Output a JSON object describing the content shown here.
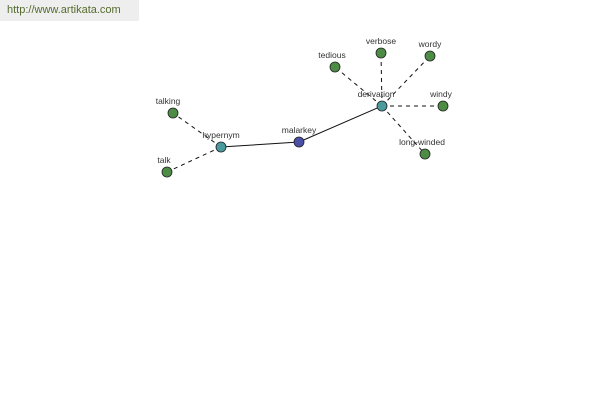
{
  "header": {
    "url_text": "http://www.artikata.com"
  },
  "colors": {
    "root_node": "#4a4fa8",
    "relation_node": "#4a9a9e",
    "leaf_node": "#4c8c44",
    "url_text": "#556b2f",
    "url_background": "#eeeeee"
  },
  "graph": {
    "nodes": [
      {
        "id": "malarkey",
        "label": "malarkey",
        "kind": "root"
      },
      {
        "id": "hypernym",
        "label": "hypernym",
        "kind": "relation"
      },
      {
        "id": "derivation",
        "label": "derivation",
        "kind": "relation"
      },
      {
        "id": "talking",
        "label": "talking",
        "kind": "leaf"
      },
      {
        "id": "talk",
        "label": "talk",
        "kind": "leaf"
      },
      {
        "id": "tedious",
        "label": "tedious",
        "kind": "leaf"
      },
      {
        "id": "verbose",
        "label": "verbose",
        "kind": "leaf"
      },
      {
        "id": "wordy",
        "label": "wordy",
        "kind": "leaf"
      },
      {
        "id": "windy",
        "label": "windy",
        "kind": "leaf"
      },
      {
        "id": "long-winded",
        "label": "long-winded",
        "kind": "leaf"
      }
    ],
    "edges": [
      {
        "from": "malarkey",
        "to": "hypernym",
        "style": "solid"
      },
      {
        "from": "malarkey",
        "to": "derivation",
        "style": "solid"
      },
      {
        "from": "hypernym",
        "to": "talking",
        "style": "dashed"
      },
      {
        "from": "hypernym",
        "to": "talk",
        "style": "dashed"
      },
      {
        "from": "derivation",
        "to": "tedious",
        "style": "dashed"
      },
      {
        "from": "derivation",
        "to": "verbose",
        "style": "dashed"
      },
      {
        "from": "derivation",
        "to": "wordy",
        "style": "dashed"
      },
      {
        "from": "derivation",
        "to": "windy",
        "style": "dashed"
      },
      {
        "from": "derivation",
        "to": "long-winded",
        "style": "dashed"
      }
    ]
  }
}
